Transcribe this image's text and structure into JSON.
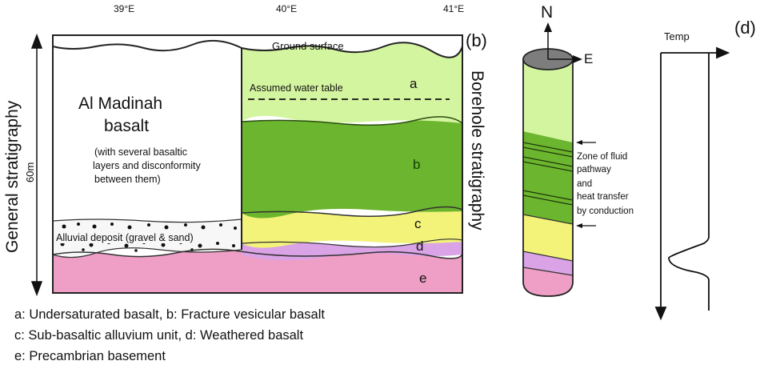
{
  "panel_b": {
    "lon_ticks": [
      "39°E",
      "40°E",
      "41°E"
    ],
    "label": "(b)",
    "general_stratigraphy": "General stratigraphy",
    "thickness": "60m",
    "borehole_stratigraphy": "Borehole stratigraphy",
    "ground_surface": "Ground surface",
    "water_table": "Assumed water table",
    "al_madinah_title_1": "Al Madinah",
    "al_madinah_title_2": "basalt",
    "al_madinah_note_1": "(with several basaltic",
    "al_madinah_note_2": "layers and disconformity",
    "al_madinah_note_3": "between them)",
    "alluvial": "Alluvial deposit (gravel & sand)",
    "layer_letters": [
      "a",
      "b",
      "c",
      "d",
      "e"
    ],
    "colors": {
      "a": "#d4f5a0",
      "b": "#6cb52e",
      "c": "#f3f37a",
      "d": "#d9a3e6",
      "e": "#ef9fc6"
    }
  },
  "legend": {
    "line1": "a: Undersaturated basalt, b: Fracture vesicular basalt",
    "line2": "c: Sub-basaltic alluvium unit, d: Weathered basalt",
    "line3": "e: Precambrian basement"
  },
  "panel_c": {
    "north": "N",
    "east": "E",
    "zone_1": "Zone of fluid",
    "zone_2": "pathway",
    "zone_3": "and",
    "zone_4": "heat transfer",
    "zone_5": "by conduction"
  },
  "panel_d": {
    "label": "(d)",
    "temp": "Temp"
  }
}
